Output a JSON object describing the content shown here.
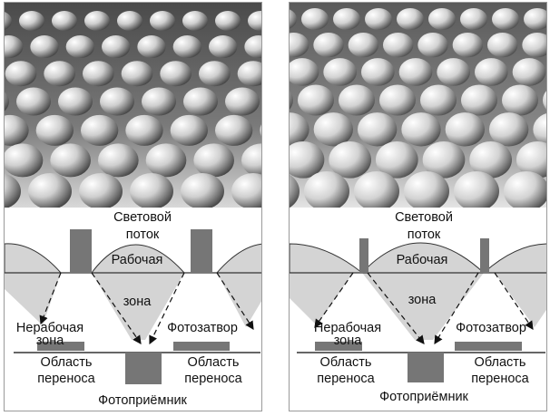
{
  "left": {
    "light_flux_l1": "Световой",
    "light_flux_l2": "поток",
    "working_zone_l1": "Рабочая",
    "working_zone_l2": "зона",
    "nonworking_zone_l1": "Нерабочая",
    "nonworking_zone_l2": "зона",
    "photogate": "Фотозатвор",
    "transfer_left_l1": "Область",
    "transfer_left_l2": "переноса",
    "transfer_right_l1": "Область",
    "transfer_right_l2": "переноса",
    "photodetector": "Фотоприёмник"
  },
  "right": {
    "light_flux_l1": "Световой",
    "light_flux_l2": "поток",
    "working_zone_l1": "Рабочая",
    "working_zone_l2": "зона",
    "nonworking_zone_l1": "Нерабочая",
    "nonworking_zone_l2": "зона",
    "photogate": "Фотозатвор",
    "transfer_left_l1": "Область",
    "transfer_left_l2": "переноса",
    "transfer_right_l1": "Область",
    "transfer_right_l2": "переноса",
    "photodetector": "Фотоприёмник"
  },
  "colors": {
    "lens_fill": "#d4d4d4",
    "block_fill": "#767676",
    "line": "#333333"
  }
}
